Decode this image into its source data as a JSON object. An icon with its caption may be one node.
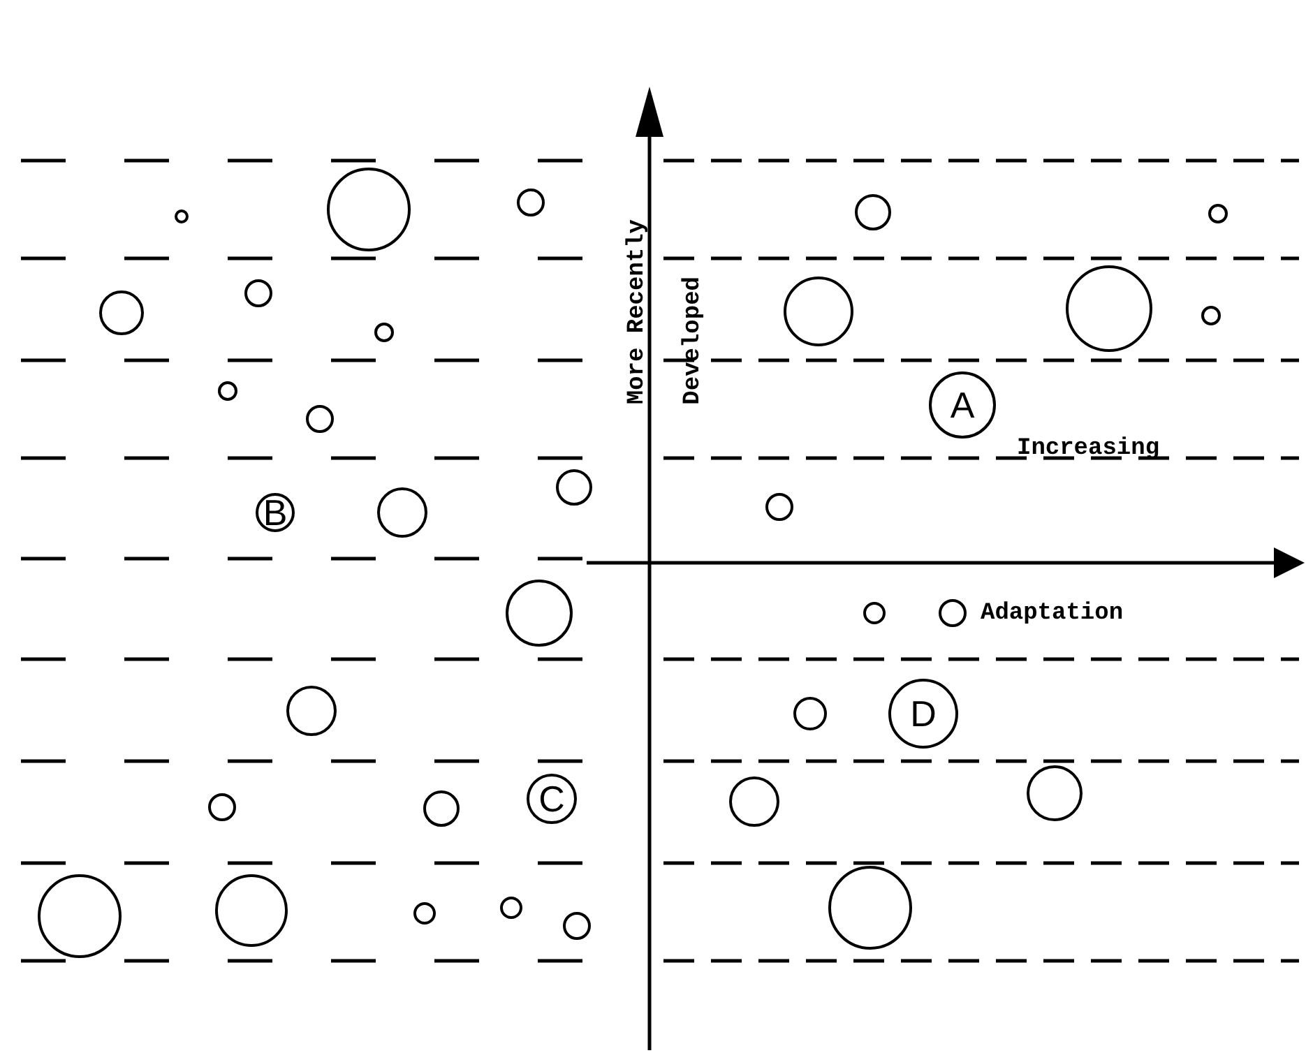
{
  "diagram": {
    "nodes": [
      {
        "text": [],
        "shape": "circle"
      },
      {
        "text": [],
        "shape": "circle"
      },
      {
        "text": [],
        "shape": "circle"
      },
      {
        "text": [],
        "shape": "circle"
      },
      {
        "text": [],
        "shape": "circle"
      },
      {
        "text": [],
        "shape": "circle"
      },
      {
        "text": [],
        "shape": "circle"
      },
      {
        "text": [],
        "shape": "circle"
      },
      {
        "text": [],
        "shape": "circle"
      },
      {
        "text": [],
        "shape": "circle"
      },
      {
        "text": [],
        "shape": "circle"
      },
      {
        "text": [],
        "shape": "circle"
      },
      {
        "text": [
          "A"
        ]
      },
      {
        "text": [],
        "shape": "circle"
      },
      {
        "text": [],
        "shape": "circle"
      },
      {
        "text": [],
        "shape": "circle"
      },
      {
        "text": [
          "B"
        ]
      },
      {
        "text": [],
        "shape": "circle"
      },
      {
        "text": [],
        "shape": "circle"
      },
      {
        "text": [],
        "shape": "circle"
      },
      {
        "text": [],
        "shape": "circle"
      },
      {
        "text": [],
        "shape": "circle"
      },
      {
        "text": [],
        "shape": "circle"
      },
      {
        "text": [
          "D"
        ]
      },
      {
        "text": [],
        "shape": "circle"
      },
      {
        "text": [
          "C"
        ]
      },
      {
        "text": [],
        "shape": "circle"
      },
      {
        "text": [],
        "shape": "circle"
      },
      {
        "text": [],
        "shape": "circle"
      },
      {
        "text": [],
        "shape": "circle"
      },
      {
        "text": [],
        "shape": "circle"
      },
      {
        "text": [],
        "shape": "circle"
      },
      {
        "text": [],
        "shape": "circle"
      },
      {
        "text": [],
        "shape": "circle"
      },
      {
        "text": [],
        "shape": "circle"
      }
    ],
    "edges": [],
    "labels": [
      "More Recently",
      "Developed",
      "Increasing",
      "Adaptation"
    ]
  }
}
